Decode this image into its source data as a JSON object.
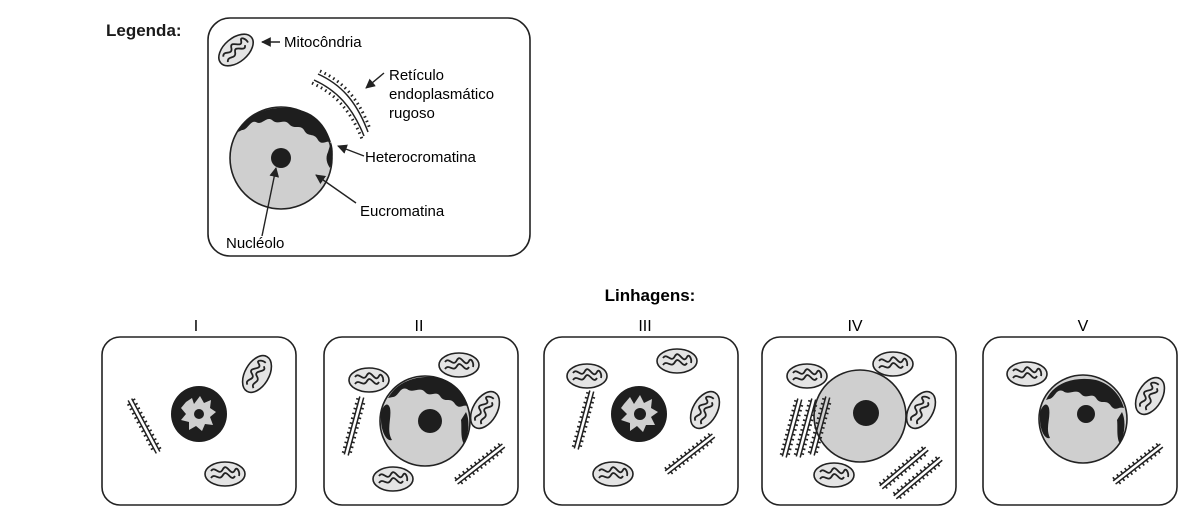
{
  "legend": {
    "title": "Legenda:",
    "labels": {
      "mitochondria": "Mitocôndria",
      "rer_line1": "Retículo",
      "rer_line2": "endoplasmático",
      "rer_line3": "rugoso",
      "heterochromatin": "Heterocromatina",
      "euchromatin": "Eucromatina",
      "nucleolus": "Nucléolo"
    }
  },
  "lineages": {
    "title": "Linhagens:",
    "cells": [
      {
        "label": "I",
        "mitochondria_count": 2,
        "rer_count": 1
      },
      {
        "label": "II",
        "mitochondria_count": 4,
        "rer_count": 2
      },
      {
        "label": "III",
        "mitochondria_count": 4,
        "rer_count": 2
      },
      {
        "label": "IV",
        "mitochondria_count": 4,
        "rer_count": 5
      },
      {
        "label": "V",
        "mitochondria_count": 2,
        "rer_count": 1
      }
    ]
  },
  "colors": {
    "stroke": "#222222",
    "nucleus_fill": "#cfcfcf",
    "heterochromatin": "#1e1e1e",
    "mito_fill": "#e4e4e4"
  }
}
